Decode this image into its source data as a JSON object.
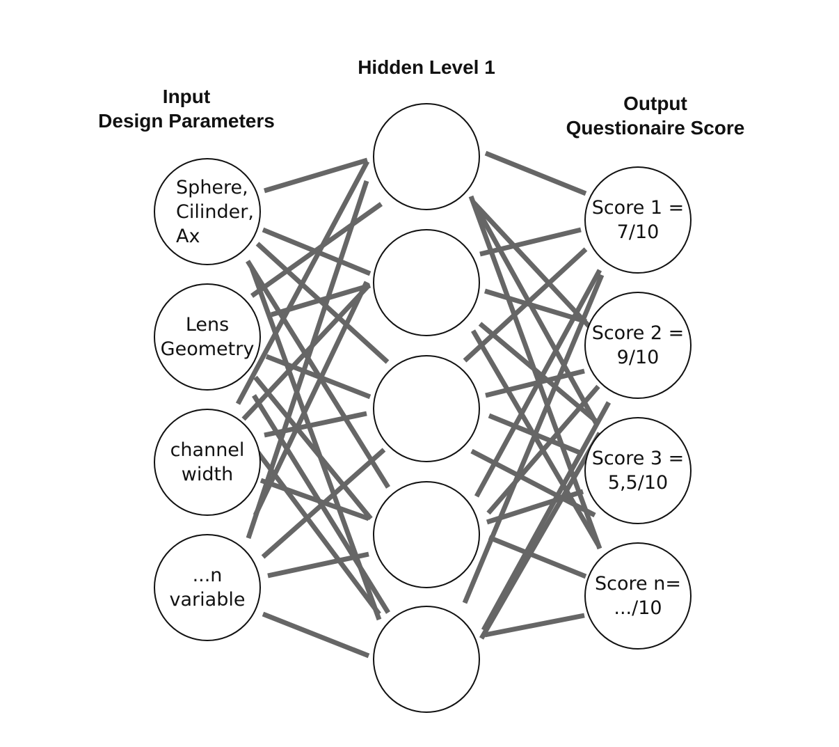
{
  "headings": {
    "input_line1": "Input",
    "input_line2": "Design Parameters",
    "hidden": "Hidden Level 1",
    "output_line1": "Output",
    "output_line2": "Questionaire Score"
  },
  "input_nodes": [
    {
      "label": "Sphere,\nCilinder,\nAx"
    },
    {
      "label": "Lens\nGeometry"
    },
    {
      "label": "channel\nwidth"
    },
    {
      "label": "...n\nvariable"
    }
  ],
  "hidden_node_count": 5,
  "output_nodes": [
    {
      "label": "Score 1 =\n7/10"
    },
    {
      "label": "Score 2 =\n9/10"
    },
    {
      "label": "Score 3 =\n5,5/10"
    },
    {
      "label": "Score n=\n.../10"
    }
  ],
  "colors": {
    "edge": "#666666",
    "node_border": "#111111",
    "text": "#111111"
  }
}
